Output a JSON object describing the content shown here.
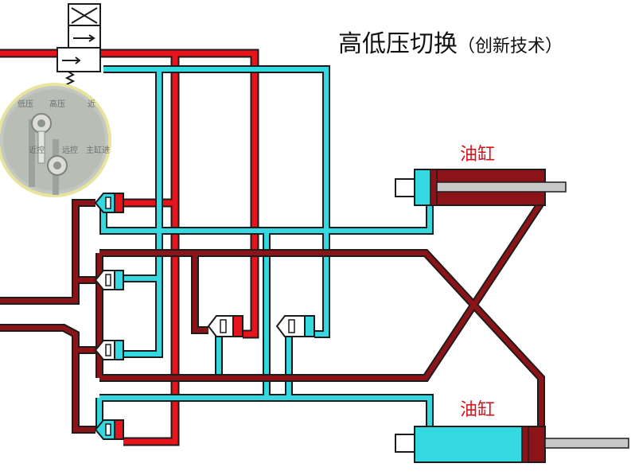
{
  "title": {
    "main": "高低压切换",
    "sub": "（创新技术）"
  },
  "cylinder_top": {
    "label": "油缸"
  },
  "cylinder_bottom": {
    "label": "油缸"
  },
  "inset_photo": {
    "labels": {
      "low": "低压",
      "high": "高压",
      "edge": "近",
      "near": "近控",
      "remote": "远控",
      "main": "主缸进"
    }
  },
  "colors": {
    "high_pressure": "#e8141c",
    "return_line": "#8c1418",
    "low_pressure": "#33d8e0",
    "outline": "#1c1c1c"
  }
}
